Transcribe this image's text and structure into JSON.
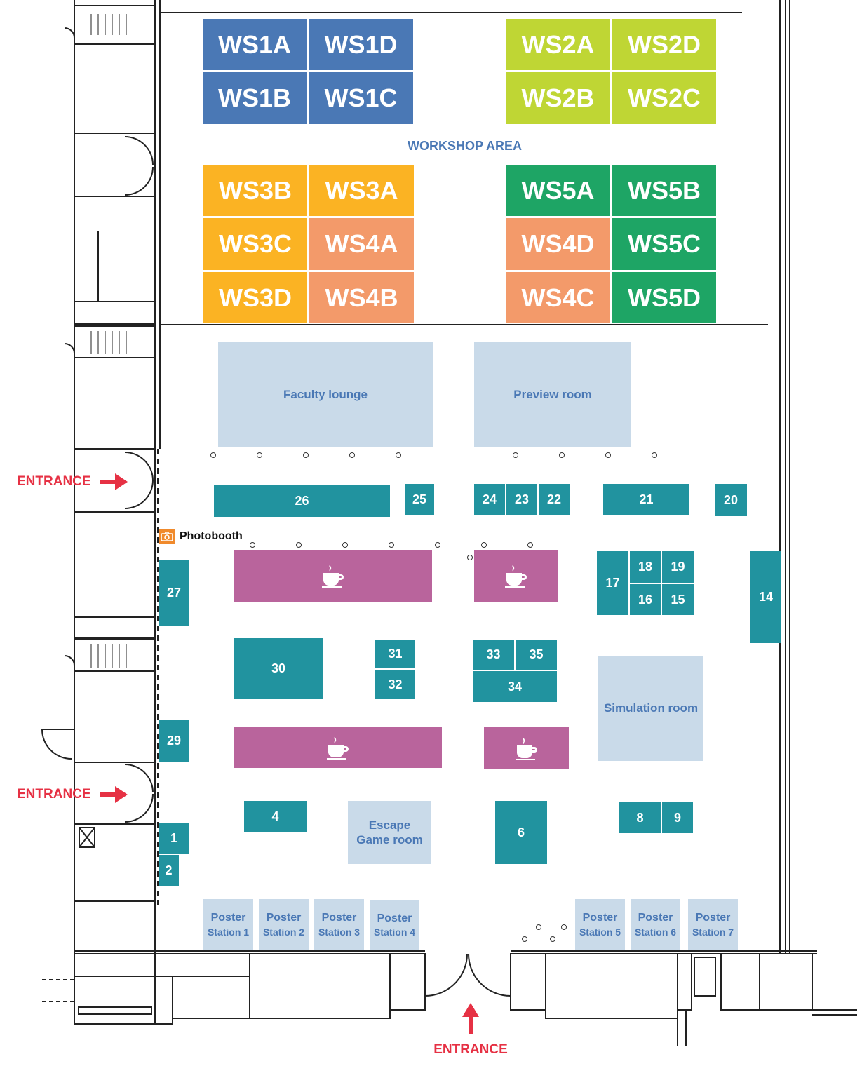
{
  "workshop_area_label": "WORKSHOP AREA",
  "workshops": {
    "ws1a": "WS1A",
    "ws1d": "WS1D",
    "ws1b": "WS1B",
    "ws1c": "WS1C",
    "ws2a": "WS2A",
    "ws2d": "WS2D",
    "ws2b": "WS2B",
    "ws2c": "WS2C",
    "ws3b": "WS3B",
    "ws3a": "WS3A",
    "ws3c": "WS3C",
    "ws3d": "WS3D",
    "ws4a": "WS4A",
    "ws4b": "WS4B",
    "ws4d": "WS4D",
    "ws4c": "WS4C",
    "ws5a": "WS5A",
    "ws5b": "WS5B",
    "ws5c": "WS5C",
    "ws5d": "WS5D"
  },
  "colors": {
    "ws1": "#4a78b5",
    "ws2": "#bfd634",
    "ws3": "#fbb323",
    "ws4": "#f39a6a",
    "ws5": "#1ea565",
    "booth": "#21939f",
    "room": "#c9dae9",
    "cafe": "#b9649c",
    "entrance": "#e63144",
    "room_text": "#4a78b5",
    "photobooth_icon": "#f08a2c"
  },
  "rooms": {
    "faculty_lounge": "Faculty lounge",
    "preview_room": "Preview room",
    "simulation_room": "Simulation room",
    "escape_game_line1": "Escape",
    "escape_game_line2": "Game room"
  },
  "booths": {
    "b1": "1",
    "b2": "2",
    "b4": "4",
    "b6": "6",
    "b8": "8",
    "b9": "9",
    "b14": "14",
    "b15": "15",
    "b16": "16",
    "b17": "17",
    "b18": "18",
    "b19": "19",
    "b20": "20",
    "b21": "21",
    "b22": "22",
    "b23": "23",
    "b24": "24",
    "b25": "25",
    "b26": "26",
    "b27": "27",
    "b29": "29",
    "b30": "30",
    "b31": "31",
    "b32": "32",
    "b33": "33",
    "b34": "34",
    "b35": "35"
  },
  "posters": [
    {
      "line1": "Poster",
      "line2": "Station 1"
    },
    {
      "line1": "Poster",
      "line2": "Station 2"
    },
    {
      "line1": "Poster",
      "line2": "Station 3"
    },
    {
      "line1": "Poster",
      "line2": "Station 4"
    },
    {
      "line1": "Poster",
      "line2": "Station 5"
    },
    {
      "line1": "Poster",
      "line2": "Station 6"
    },
    {
      "line1": "Poster",
      "line2": "Station 7"
    }
  ],
  "entrance_label": "ENTRANCE",
  "photobooth_label": "Photobooth",
  "icons": {
    "cafe": "coffee-cup-icon",
    "photobooth": "camera-icon",
    "entrance": "arrow-icon"
  }
}
